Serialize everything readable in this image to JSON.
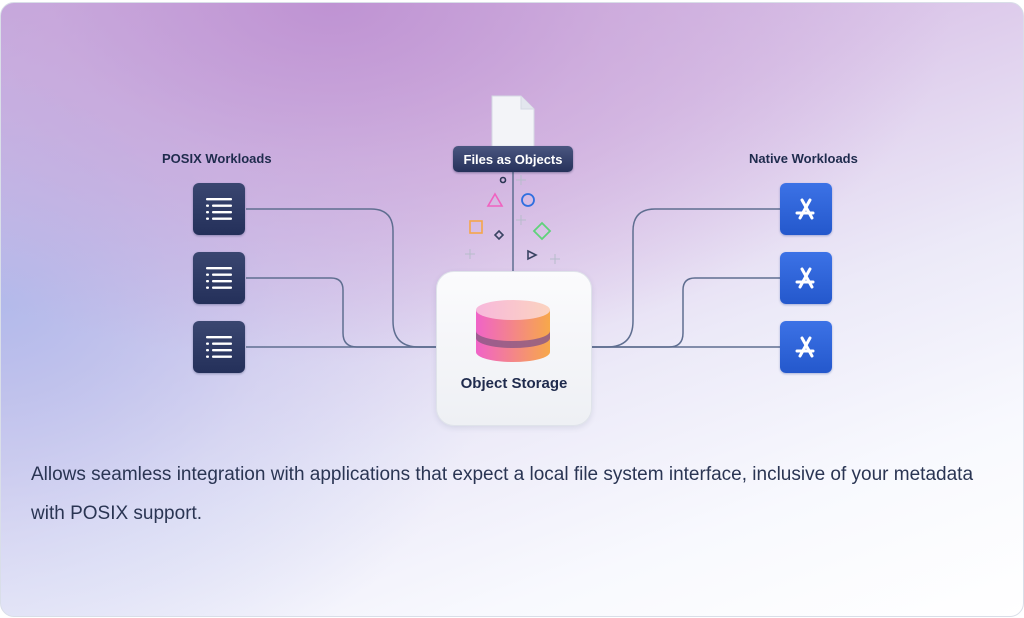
{
  "diagram": {
    "left_group": {
      "label": "POSIX Workloads",
      "items": [
        {
          "icon": "list-icon"
        },
        {
          "icon": "list-icon"
        },
        {
          "icon": "list-icon"
        }
      ]
    },
    "center": {
      "source_label": "Files as Objects",
      "source_icon": "document-icon",
      "target_label": "Object Storage",
      "target_icon": "database-icon"
    },
    "right_group": {
      "label": "Native Workloads",
      "items": [
        {
          "icon": "app-store-icon"
        },
        {
          "icon": "app-store-icon"
        },
        {
          "icon": "app-store-icon"
        }
      ]
    },
    "colors": {
      "tile_dark": "#2b3762",
      "tile_blue": "#2f65d8",
      "connector": "#5f6e90",
      "text_dark": "#1f2b4d",
      "shape_pink": "#f062c0",
      "shape_blue": "#2f6fe0",
      "shape_orange": "#f5a64a",
      "shape_green": "#5fd37a"
    }
  },
  "description": "Allows seamless integration with applications that expect a local file system interface, inclusive of your metadata with POSIX support."
}
